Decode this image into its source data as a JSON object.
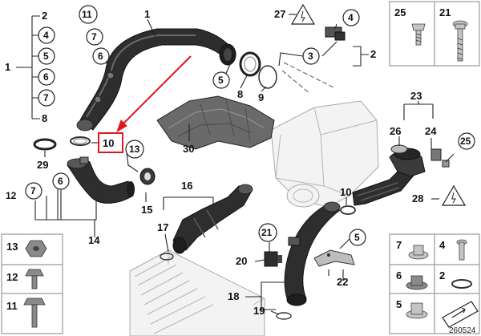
{
  "diagram": {
    "part_numbers": {
      "p1": "1",
      "p2": "2",
      "p3": "3",
      "p4": "4",
      "p5": "5",
      "p6": "6",
      "p7": "7",
      "p8": "8",
      "p9": "9",
      "p10": "10",
      "p11": "11",
      "p12": "12",
      "p13": "13",
      "p14": "14",
      "p15": "15",
      "p16": "16",
      "p17": "17",
      "p18": "18",
      "p19": "19",
      "p20": "20",
      "p21": "21",
      "p22": "22",
      "p23": "23",
      "p24": "24",
      "p25": "25",
      "p26": "26",
      "p27": "27",
      "p28": "28",
      "p29": "29",
      "p30": "30"
    },
    "diagram_code": "260524",
    "highlight_color": "#e3151a"
  }
}
